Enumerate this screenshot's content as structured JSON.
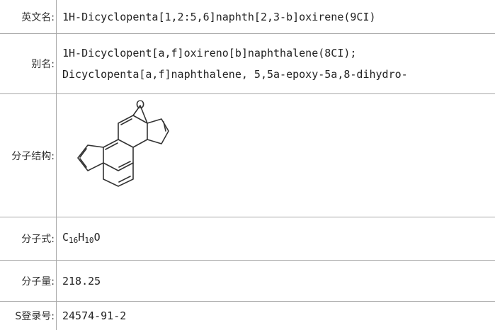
{
  "rows": {
    "english_name": {
      "label": "英文名:",
      "value": "1H-Dicyclopenta[1,2:5,6]naphth[2,3-b]oxirene(9CI)"
    },
    "aliases": {
      "label": "别名:",
      "lines": [
        "1H-Dicyclopent[a,f]oxireno[b]naphthalene(8CI);",
        "Dicyclopenta[a,f]naphthalene, 5,5a-epoxy-5a,8-dihydro-"
      ]
    },
    "structure": {
      "label": "分子结构:",
      "atom_label": "O"
    },
    "formula": {
      "label": "分子式:",
      "c": "C",
      "c_count": "16",
      "h": "H",
      "h_count": "10",
      "o": "O"
    },
    "weight": {
      "label": "分子量:",
      "value": "218.25"
    },
    "cas": {
      "label": "S登录号:",
      "value": "24574-91-2"
    }
  }
}
